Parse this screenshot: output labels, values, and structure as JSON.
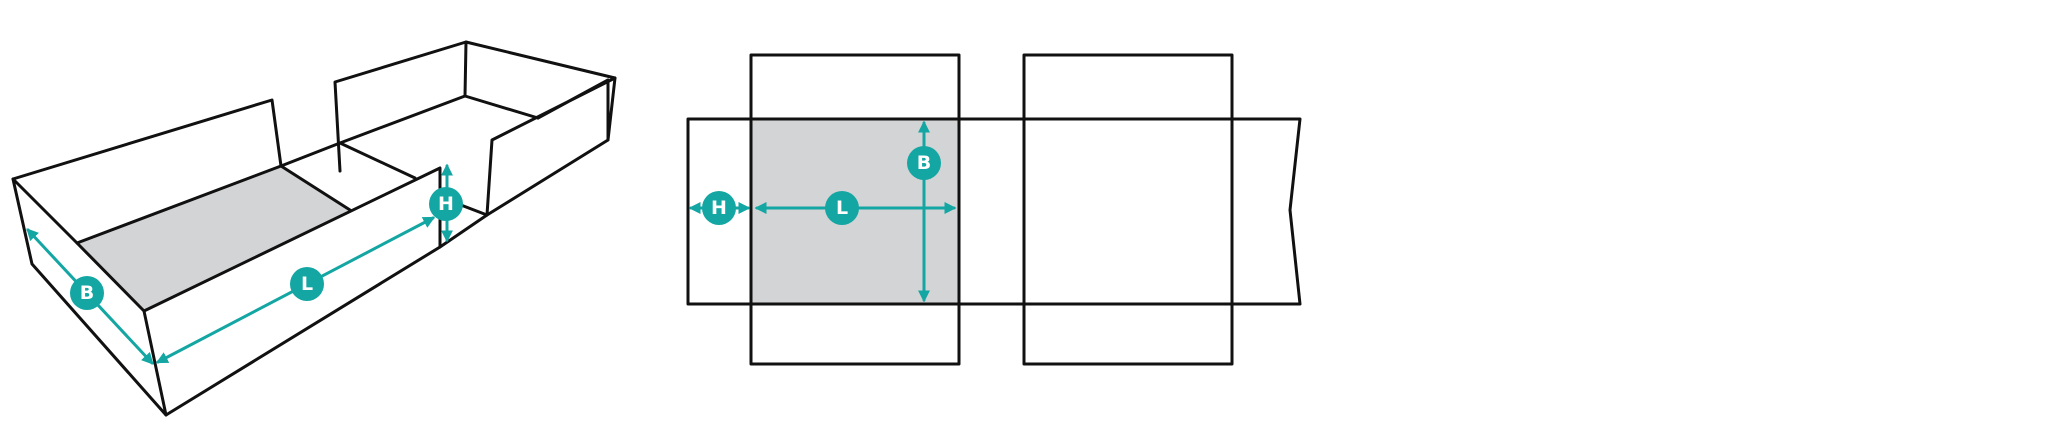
{
  "colors": {
    "accent": "#14a6a3",
    "line": "#111111",
    "base_fill": "#d3d4d5",
    "background": "#ffffff"
  },
  "labels": {
    "box_length": "L",
    "box_breadth": "B",
    "box_height": "H",
    "net_height": "H",
    "net_length": "L",
    "net_breadth": "B"
  }
}
